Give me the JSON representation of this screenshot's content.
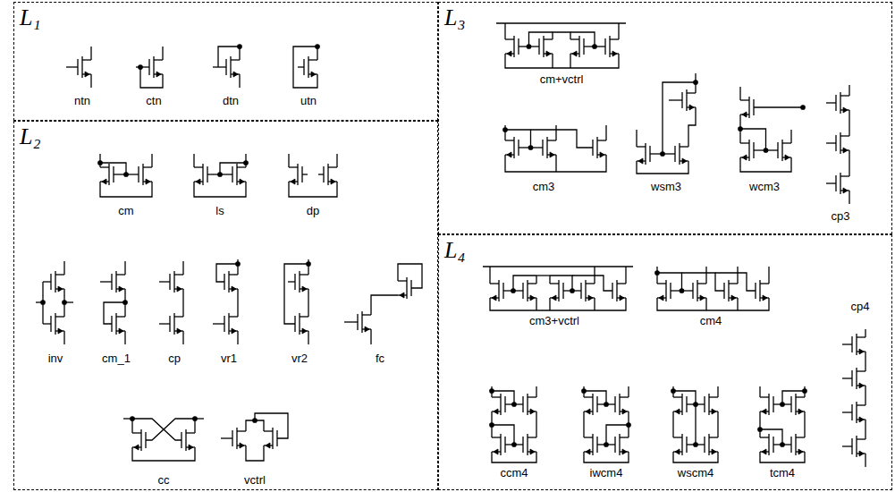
{
  "diagram": {
    "nodes": [
      {
        "text": [
          "L₁"
        ]
      },
      {
        "text": [
          "L₂"
        ]
      },
      {
        "text": [
          "L₃"
        ]
      },
      {
        "text": [
          "L₄"
        ]
      }
    ],
    "labels": [
      "ntn",
      "ctn",
      "dtn",
      "utn",
      "cm",
      "ls",
      "dp",
      "inv",
      "cm_1",
      "cp",
      "vr1",
      "vr2",
      "fc",
      "cc",
      "vctrl",
      "cm+vctrl",
      "cm3",
      "wsm3",
      "wcm3",
      "cp3",
      "cm3+vctrl",
      "cm4",
      "ccm4",
      "iwcm4",
      "wscm4",
      "tcm4",
      "cp4"
    ]
  }
}
